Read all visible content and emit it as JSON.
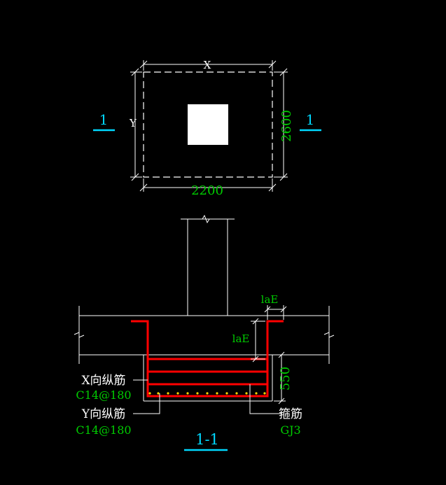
{
  "colors": {
    "background": "#000000",
    "line": "#ffffff",
    "text_white": "#ffffff",
    "text_green": "#00cc00",
    "text_cyan": "#00d8ff",
    "rebar": "#ff0000",
    "rebar_dots": "#ffd700"
  },
  "plan": {
    "x_label": "X",
    "y_label": "Y",
    "width_dim": "2200",
    "height_dim": "2600",
    "section_mark_left": "1",
    "section_mark_right": "1"
  },
  "section": {
    "title": "1-1",
    "lae_top": "laE",
    "lae_side": "laE",
    "depth_dim": "550",
    "x_rebar_label": "X向纵筋",
    "x_rebar_spec": "C14@180",
    "y_rebar_label": "Y向纵筋",
    "y_rebar_spec": "C14@180",
    "stirrup_label": "箍筋",
    "stirrup_spec": "GJ3"
  }
}
